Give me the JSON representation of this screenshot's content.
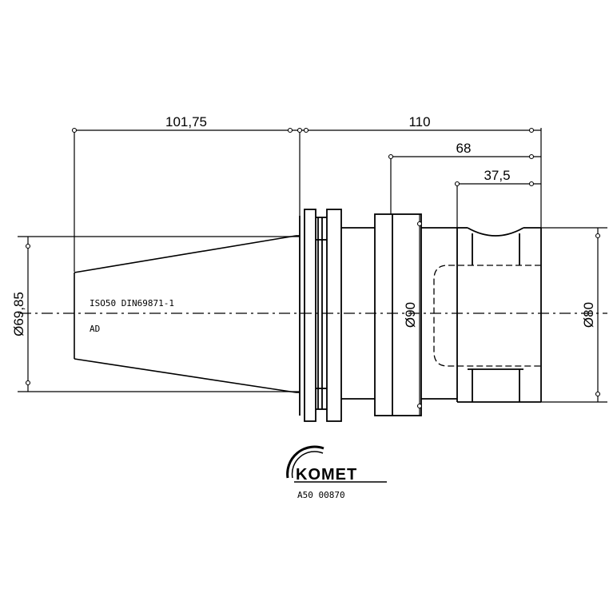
{
  "dimensions": {
    "taper_length": "101,75",
    "total_length": "110",
    "body_length": "68",
    "nose_length": "37,5",
    "taper_diameter": "Ø69,85",
    "flange_diameter": "Ø90",
    "nose_diameter": "Ø80"
  },
  "annotations": {
    "standard": "ISO50 DIN69871-1",
    "variant": "AD"
  },
  "logo": {
    "brand": "KOMET",
    "part_number": "A50 00870"
  }
}
